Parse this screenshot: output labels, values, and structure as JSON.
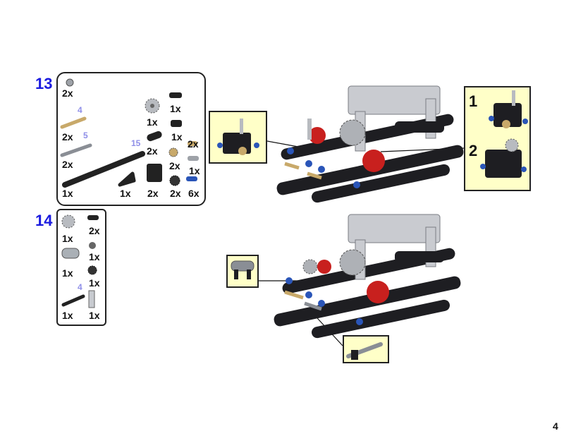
{
  "page_number": "4",
  "steps": [
    {
      "number": "13",
      "parts": [
        {
          "qty": "2x",
          "icon": "bush-part-icon"
        },
        {
          "qty": "2x",
          "len": "4",
          "icon": "axle-4-tan-icon"
        },
        {
          "qty": "2x",
          "len": "5",
          "icon": "axle-5-gray-icon"
        },
        {
          "qty": "1x",
          "len": "15",
          "icon": "beam-15-black-icon"
        },
        {
          "qty": "1x",
          "icon": "gear-16-icon"
        },
        {
          "qty": "1x",
          "icon": "connector-pin-icon"
        },
        {
          "qty": "1x",
          "icon": "axle-pin-black-icon"
        },
        {
          "qty": "2x",
          "icon": "beam-2-black-icon"
        },
        {
          "qty": "2x",
          "icon": "gear-8-tan-icon"
        },
        {
          "qty": "2x",
          "icon": "axle-pin-tan-icon"
        },
        {
          "qty": "1x",
          "icon": "connector-gray-icon"
        },
        {
          "qty": "1x",
          "icon": "angle-beam-icon"
        },
        {
          "qty": "2x",
          "icon": "bracket-icon"
        },
        {
          "qty": "2x",
          "icon": "gear-small-black-icon"
        },
        {
          "qty": "6x",
          "icon": "pin-blue-icon"
        }
      ]
    },
    {
      "number": "14",
      "parts": [
        {
          "qty": "1x",
          "icon": "gear-16-gray-icon"
        },
        {
          "qty": "2x",
          "icon": "pin-black-icon"
        },
        {
          "qty": "1x",
          "icon": "bush-black-icon"
        },
        {
          "qty": "1x",
          "icon": "double-connector-icon"
        },
        {
          "qty": "1x",
          "icon": "gear-small-icon"
        },
        {
          "qty": "1x",
          "len": "4",
          "icon": "axle-4-black-icon"
        },
        {
          "qty": "1x",
          "icon": "gray-axle-joiner-icon"
        }
      ]
    }
  ],
  "subassembly_steps": [
    "1",
    "2"
  ],
  "colors": {
    "step_number": "#1a1adf",
    "length_label": "#8f8fe8",
    "callout_bg": "#ffffc8",
    "model_black": "#1e1e22",
    "model_gray": "#c9cbd0",
    "model_red": "#c8201e",
    "model_blue": "#2a55b8"
  }
}
